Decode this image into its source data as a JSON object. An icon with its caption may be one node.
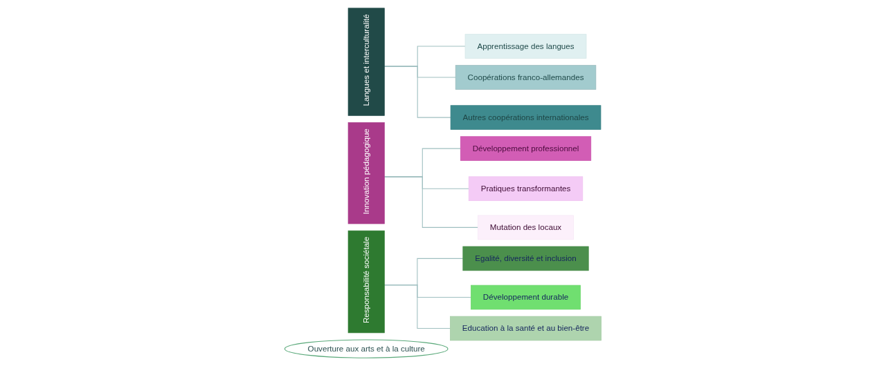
{
  "diagram": {
    "nodes": [
      {
        "text": [
          "Langues et interculturalité"
        ]
      },
      {
        "text": [
          "Apprentissage des langues"
        ]
      },
      {
        "text": [
          "Coopérations franco-allemandes"
        ]
      },
      {
        "text": [
          "Autres coopérations internationales"
        ]
      },
      {
        "text": [
          "Innovation pédagogique"
        ]
      },
      {
        "text": [
          "Développement professionnel"
        ]
      },
      {
        "text": [
          "Pratiques transformantes"
        ]
      },
      {
        "text": [
          "Mutation des locaux"
        ]
      },
      {
        "text": [
          "Responsabilité sociétale"
        ]
      },
      {
        "text": [
          "Egalité, diversité et inclusion"
        ]
      },
      {
        "text": [
          "Développement durable"
        ]
      },
      {
        "text": [
          "Education à la santé et au bien-être"
        ]
      },
      {
        "text": [
          "Ouverture aux arts et à la culture"
        ]
      }
    ],
    "edges": [
      {
        "from": 0,
        "to": 1,
        "arrow": "none"
      },
      {
        "from": 0,
        "to": 2,
        "arrow": "none"
      },
      {
        "from": 0,
        "to": 3,
        "arrow": "none"
      },
      {
        "from": 4,
        "to": 5,
        "arrow": "none"
      },
      {
        "from": 4,
        "to": 6,
        "arrow": "none"
      },
      {
        "from": 4,
        "to": 7,
        "arrow": "none"
      },
      {
        "from": 8,
        "to": 9,
        "arrow": "none"
      },
      {
        "from": 8,
        "to": 10,
        "arrow": "none"
      },
      {
        "from": 8,
        "to": 11,
        "arrow": "none"
      }
    ]
  }
}
